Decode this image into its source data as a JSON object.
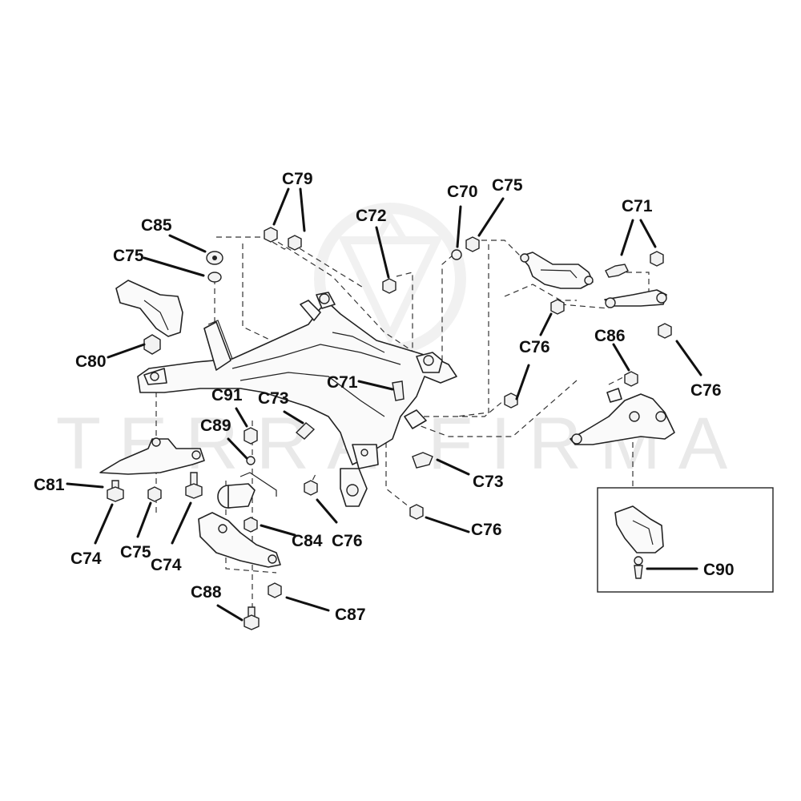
{
  "watermark": {
    "text": "TERRA FIRMA"
  },
  "callouts": {
    "c79": "C79",
    "c85": "C85",
    "c75_top": "C75",
    "c72": "C72",
    "c70": "C70",
    "c75_upper": "C75",
    "c71_right": "C71",
    "c80": "C80",
    "c76_mid": "C76",
    "c86": "C86",
    "c76_right": "C76",
    "c71_center": "C71",
    "c91": "C91",
    "c73_left": "C73",
    "c89": "C89",
    "c81": "C81",
    "c74_left": "C74",
    "c75_bottom": "C75",
    "c74_mid": "C74",
    "c84": "C84",
    "c76_bottom": "C76",
    "c73_right": "C73",
    "c76_lower": "C76",
    "c88": "C88",
    "c87": "C87",
    "c90": "C90"
  }
}
